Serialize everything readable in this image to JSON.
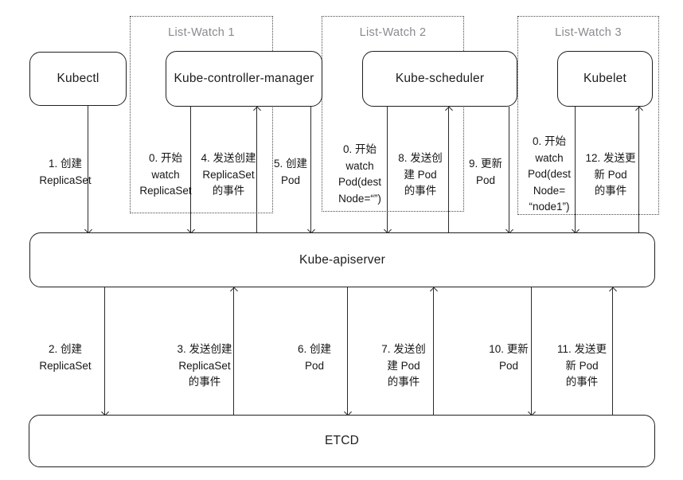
{
  "title": "Kubernetes List-Watch 机制流程图",
  "colors": {
    "background": "#ffffff",
    "line": "#2a2a2c",
    "box_border": "#1f1f21",
    "text": "#161618",
    "group_label": "#8a8a90"
  },
  "nodes": {
    "kubectl": "Kubectl",
    "controller_manager": "Kube-controller-manager",
    "scheduler": "Kube-scheduler",
    "kubelet": "Kubelet",
    "apiserver": "Kube-apiserver",
    "etcd": "ETCD"
  },
  "groups": {
    "list_watch_1": "List-Watch 1",
    "list_watch_2": "List-Watch 2",
    "list_watch_3": "List-Watch 3"
  },
  "edges": {
    "step1": {
      "label": "1. 创建\nReplicaSet",
      "from": "Kubectl",
      "to": "Kube-apiserver",
      "direction": "down"
    },
    "step0a": {
      "label": "0. 开始\nwatch\nReplicaSet",
      "from": "Kube-controller-manager",
      "to": "Kube-apiserver",
      "direction": "down"
    },
    "step4": {
      "label": "4. 发送创建\nReplicaSet\n的事件",
      "from": "Kube-apiserver",
      "to": "Kube-controller-manager",
      "direction": "up"
    },
    "step5": {
      "label": "5. 创建\nPod",
      "from": "Kube-controller-manager",
      "to": "Kube-apiserver",
      "direction": "down"
    },
    "step0b": {
      "label": "0. 开始\nwatch\nPod(dest\nNode=“”)",
      "from": "Kube-scheduler",
      "to": "Kube-apiserver",
      "direction": "down"
    },
    "step8": {
      "label": "8. 发送创\n建 Pod\n的事件",
      "from": "Kube-apiserver",
      "to": "Kube-scheduler",
      "direction": "up"
    },
    "step9": {
      "label": "9. 更新\nPod",
      "from": "Kube-scheduler",
      "to": "Kube-apiserver",
      "direction": "down"
    },
    "step0c": {
      "label": "0. 开始\nwatch\nPod(dest\nNode=\n“node1”)",
      "from": "Kubelet",
      "to": "Kube-apiserver",
      "direction": "down"
    },
    "step12": {
      "label": "12. 发送更\n新 Pod\n的事件",
      "from": "Kube-apiserver",
      "to": "Kubelet",
      "direction": "up"
    },
    "step2": {
      "label": "2. 创建\nReplicaSet",
      "from": "Kube-apiserver",
      "to": "ETCD",
      "direction": "down"
    },
    "step3": {
      "label": "3. 发送创建\nReplicaSet\n的事件",
      "from": "ETCD",
      "to": "Kube-apiserver",
      "direction": "up"
    },
    "step6": {
      "label": "6. 创建\nPod",
      "from": "Kube-apiserver",
      "to": "ETCD",
      "direction": "down"
    },
    "step7": {
      "label": "7. 发送创\n建 Pod\n的事件",
      "from": "ETCD",
      "to": "Kube-apiserver",
      "direction": "up"
    },
    "step10": {
      "label": "10. 更新\nPod",
      "from": "Kube-apiserver",
      "to": "ETCD",
      "direction": "down"
    },
    "step11": {
      "label": "11. 发送更\n新 Pod\n的事件",
      "from": "ETCD",
      "to": "Kube-apiserver",
      "direction": "up"
    }
  }
}
